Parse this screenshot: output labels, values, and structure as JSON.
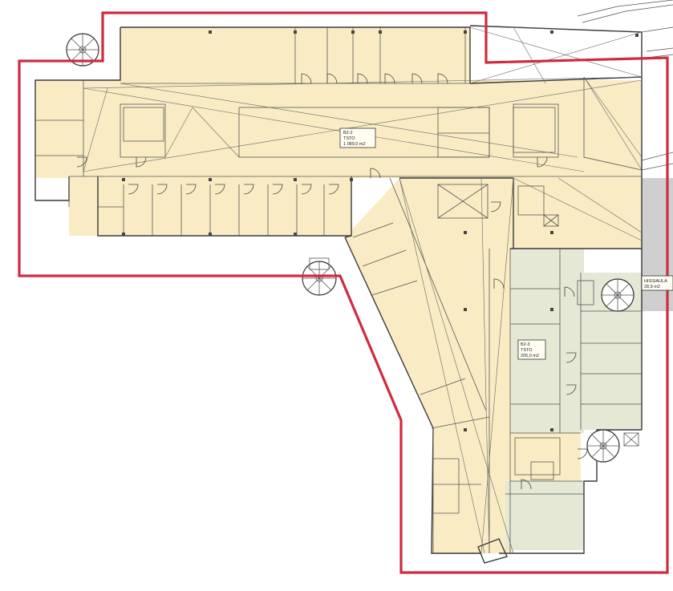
{
  "colors": {
    "office_fill": "#f9ecc4",
    "tech_fill": "#e4e8d4",
    "neighbour_fill": "#cfcfcf",
    "boundary": "#d02a3e",
    "walls": "#3a3a3a"
  },
  "spaces": [
    {
      "id": "b2-2",
      "code": "B2-2",
      "use": "TSTO",
      "area": "1 089,0 m2"
    },
    {
      "id": "b2-3",
      "code": "B2-3",
      "use": "TSTO",
      "area": "205,0 m2"
    }
  ],
  "neighbour_label": {
    "line1": "HISSIAULA",
    "line2": "28,9 m2"
  }
}
